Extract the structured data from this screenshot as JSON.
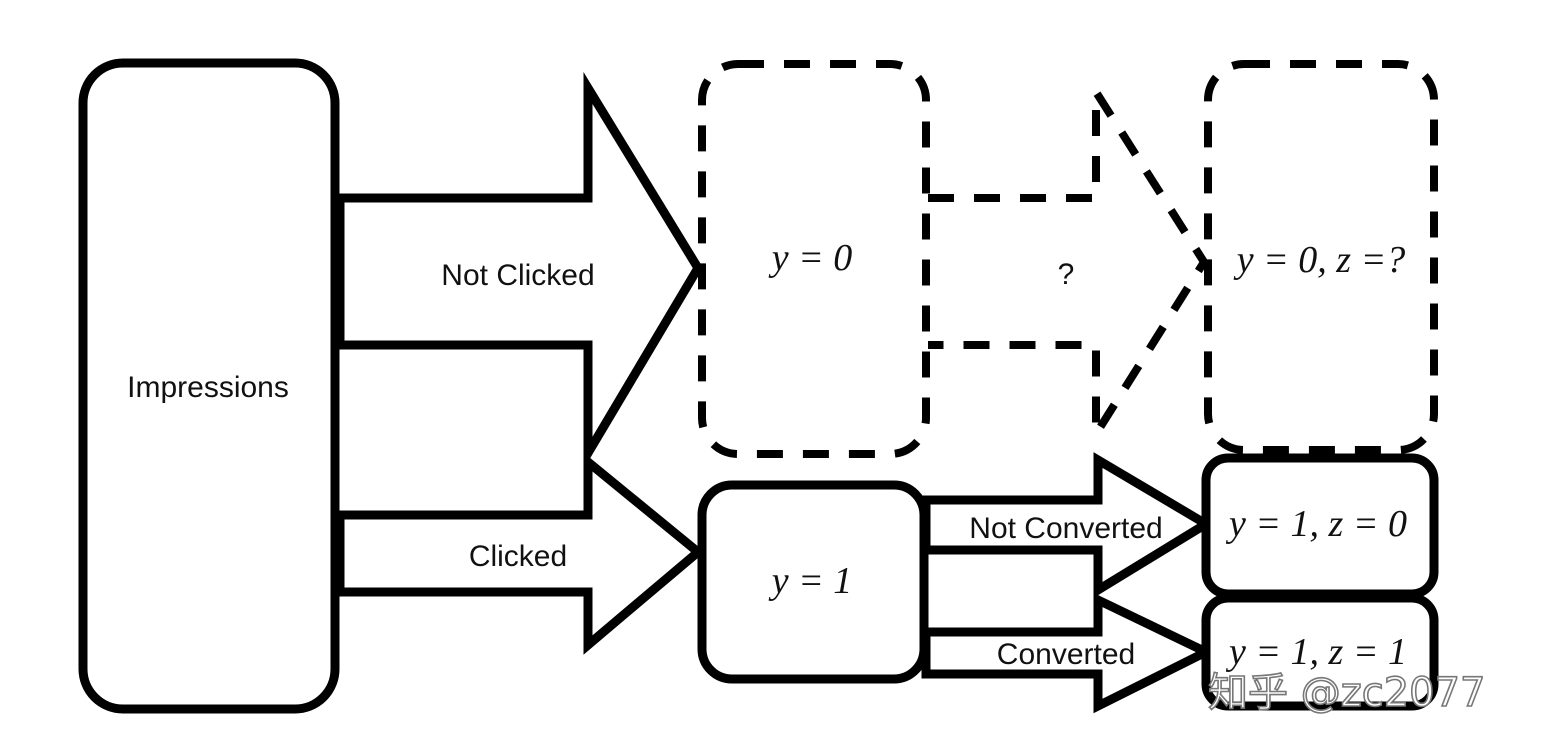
{
  "nodes": {
    "impressions": "Impressions",
    "y0": "y = 0",
    "unknown": "?",
    "y0_z_unknown": "y = 0, z =?",
    "y1": "y = 1",
    "y1_z0": "y = 1, z = 0",
    "y1_z1": "y = 1, z = 1"
  },
  "edges": {
    "not_clicked": "Not Clicked",
    "clicked": "Clicked",
    "not_converted": "Not Converted",
    "converted": "Converted"
  },
  "watermark": "知乎 @zc2077"
}
